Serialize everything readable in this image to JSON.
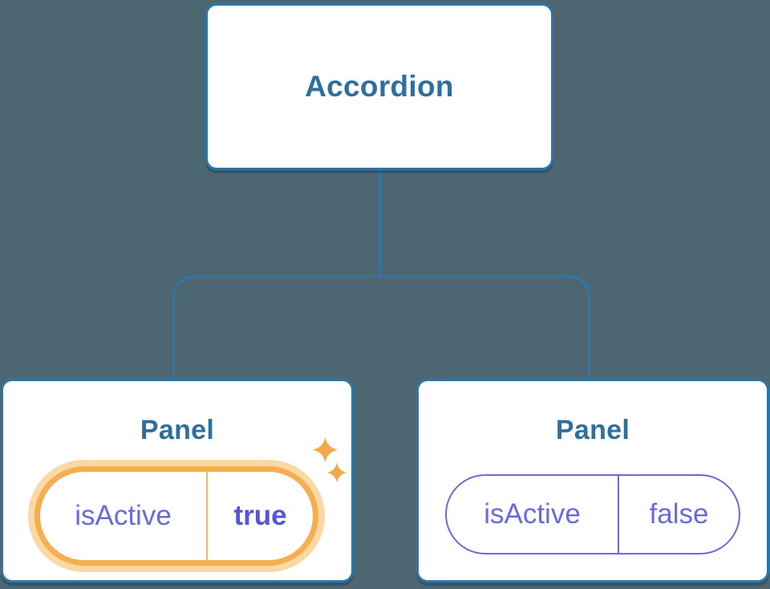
{
  "diagram": {
    "root_label": "Accordion",
    "panels": [
      {
        "title": "Panel",
        "state_key": "isActive",
        "state_value": "true",
        "highlighted": true
      },
      {
        "title": "Panel",
        "state_key": "isActive",
        "state_value": "false",
        "highlighted": false
      }
    ]
  },
  "icons": {
    "sparkle_large": "sparkle-icon",
    "sparkle_small": "sparkle-icon"
  },
  "colors": {
    "background": "#4C6772",
    "node_fill": "#FFFFFF",
    "node_border_blue": "#2F76A8",
    "node_shadow_blue": "rgba(19,56,93,0.38)",
    "title_blue": "#2E6F9D",
    "state_purple": "#6B6BD8",
    "state_value_bold_purple": "#5456D3",
    "highlight_orange": "#F5AE52",
    "highlight_glow_orange": "#FAD9A4",
    "divider_orange": "#F2B766",
    "sparkle_orange": "#F2A94A"
  }
}
